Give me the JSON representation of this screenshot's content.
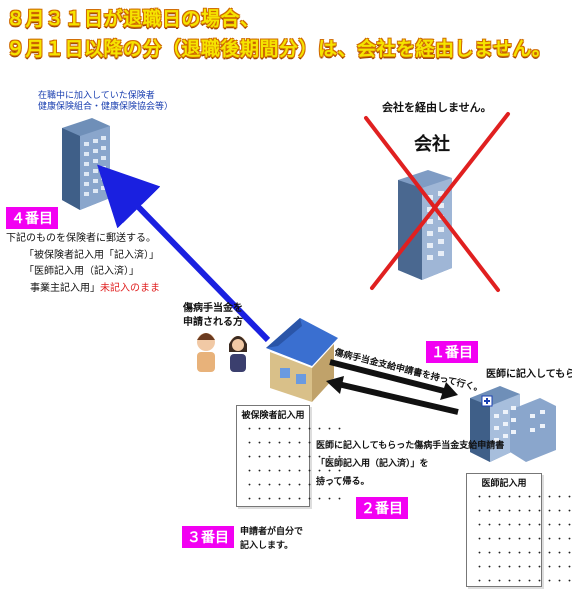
{
  "title": {
    "line1": "８月３１日が退職日の場合、",
    "line2": "９月１日以降の分（退職後期間分）は、会社を経由しません。"
  },
  "insurer": {
    "label_line1": "在職中に加入していた保険者",
    "label_line2": "健康保険組合・健康保険協会等）"
  },
  "company": {
    "note": "会社を経由しません。",
    "name": "会社"
  },
  "step4": {
    "badge": "４番目",
    "text": "下記のものを保険者に郵送する。",
    "item1": "「被保険者記入用「記入済）」",
    "item2": "「医師記入用（記入済）」",
    "item3_prefix": "事業主記入用」",
    "item3_suffix": "未記入のまま"
  },
  "applicant": {
    "label_line1": "傷病手当金を",
    "label_line2": "申請される方"
  },
  "step1": {
    "badge": "１番目",
    "arrow_text": "傷病手当金支給申請書を持って行く。",
    "doctor_note": "医師に記入してもらう。"
  },
  "step2": {
    "badge": "２番目",
    "line1": "医師に記入してもらった傷病手当金支給申請書",
    "line2": "「医師記入用（記入済）」を",
    "line3": "持って帰る。"
  },
  "step3": {
    "badge": "３番目",
    "line1": "申請者が自分で",
    "line2": "記入します。"
  },
  "insured_doc": {
    "title": "被保険者記入用",
    "dots": "・・・・・・・・・・"
  },
  "doctor_doc": {
    "title": "医師記入用",
    "dots": "・・・・・・・・・・"
  },
  "colors": {
    "title_fill": "#f5e400",
    "badge": "#f200f2",
    "arrow_blue": "#1a20e0",
    "cross_red": "#e02020"
  }
}
